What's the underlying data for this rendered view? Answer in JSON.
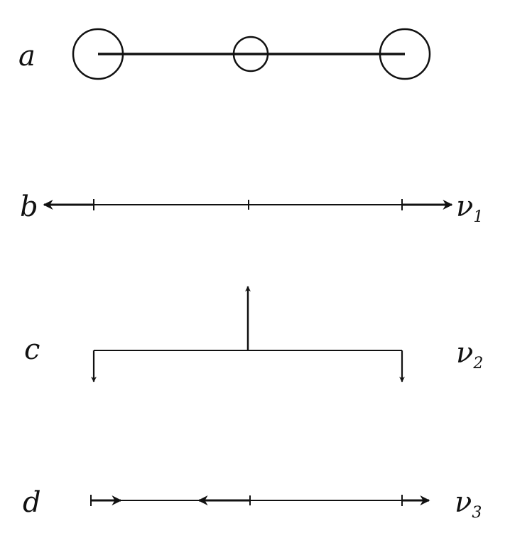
{
  "panels": [
    {
      "id": "a",
      "label": "a",
      "mode": null,
      "mode_sub": null
    },
    {
      "id": "b",
      "label": "b",
      "mode": "ν",
      "mode_sub": "1"
    },
    {
      "id": "c",
      "label": "c",
      "mode": "ν",
      "mode_sub": "2"
    },
    {
      "id": "d",
      "label": "d",
      "mode": "ν",
      "mode_sub": "3"
    }
  ]
}
